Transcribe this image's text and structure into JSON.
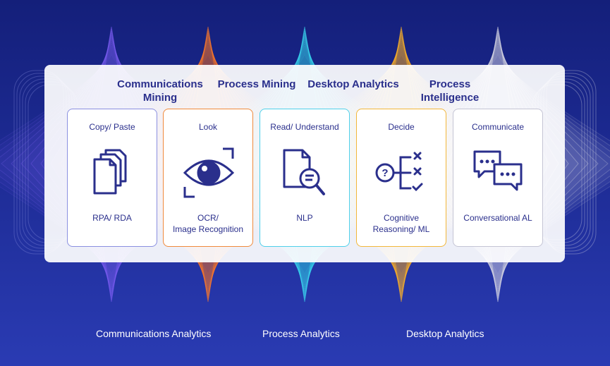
{
  "top_labels": [
    {
      "text": "Communications\nMining"
    },
    {
      "text": "Process\nMining"
    },
    {
      "text": "Desktop\nAnalytics"
    },
    {
      "text": "Process\nIntelligence"
    }
  ],
  "cards": [
    {
      "title": "Copy/ Paste",
      "caption": "RPA/ RDA",
      "color": "#8a8fe0",
      "icon": "copy-documents-icon"
    },
    {
      "title": "Look",
      "caption": "OCR/\nImage Recognition",
      "color": "#f08a3c",
      "icon": "eye-scan-icon"
    },
    {
      "title": "Read/ Understand",
      "caption": "NLP",
      "color": "#4fd0ea",
      "icon": "document-search-icon"
    },
    {
      "title": "Decide",
      "caption": "Cognitive\nReasoning/ ML",
      "color": "#f2b73a",
      "icon": "decision-tree-icon"
    },
    {
      "title": "Communicate",
      "caption": "Conversational AL",
      "color": "#c4c4d4",
      "icon": "chat-bubbles-icon"
    }
  ],
  "bottom_labels": [
    {
      "text": "Communications Analytics"
    },
    {
      "text": "Process Analytics"
    },
    {
      "text": "Desktop Analytics"
    }
  ],
  "colors": {
    "peaks": [
      "#7a5cf0",
      "#ff7a2a",
      "#3cd8f0",
      "#ffb428",
      "#d8d8e4"
    ],
    "text": "#2a2f8c"
  }
}
